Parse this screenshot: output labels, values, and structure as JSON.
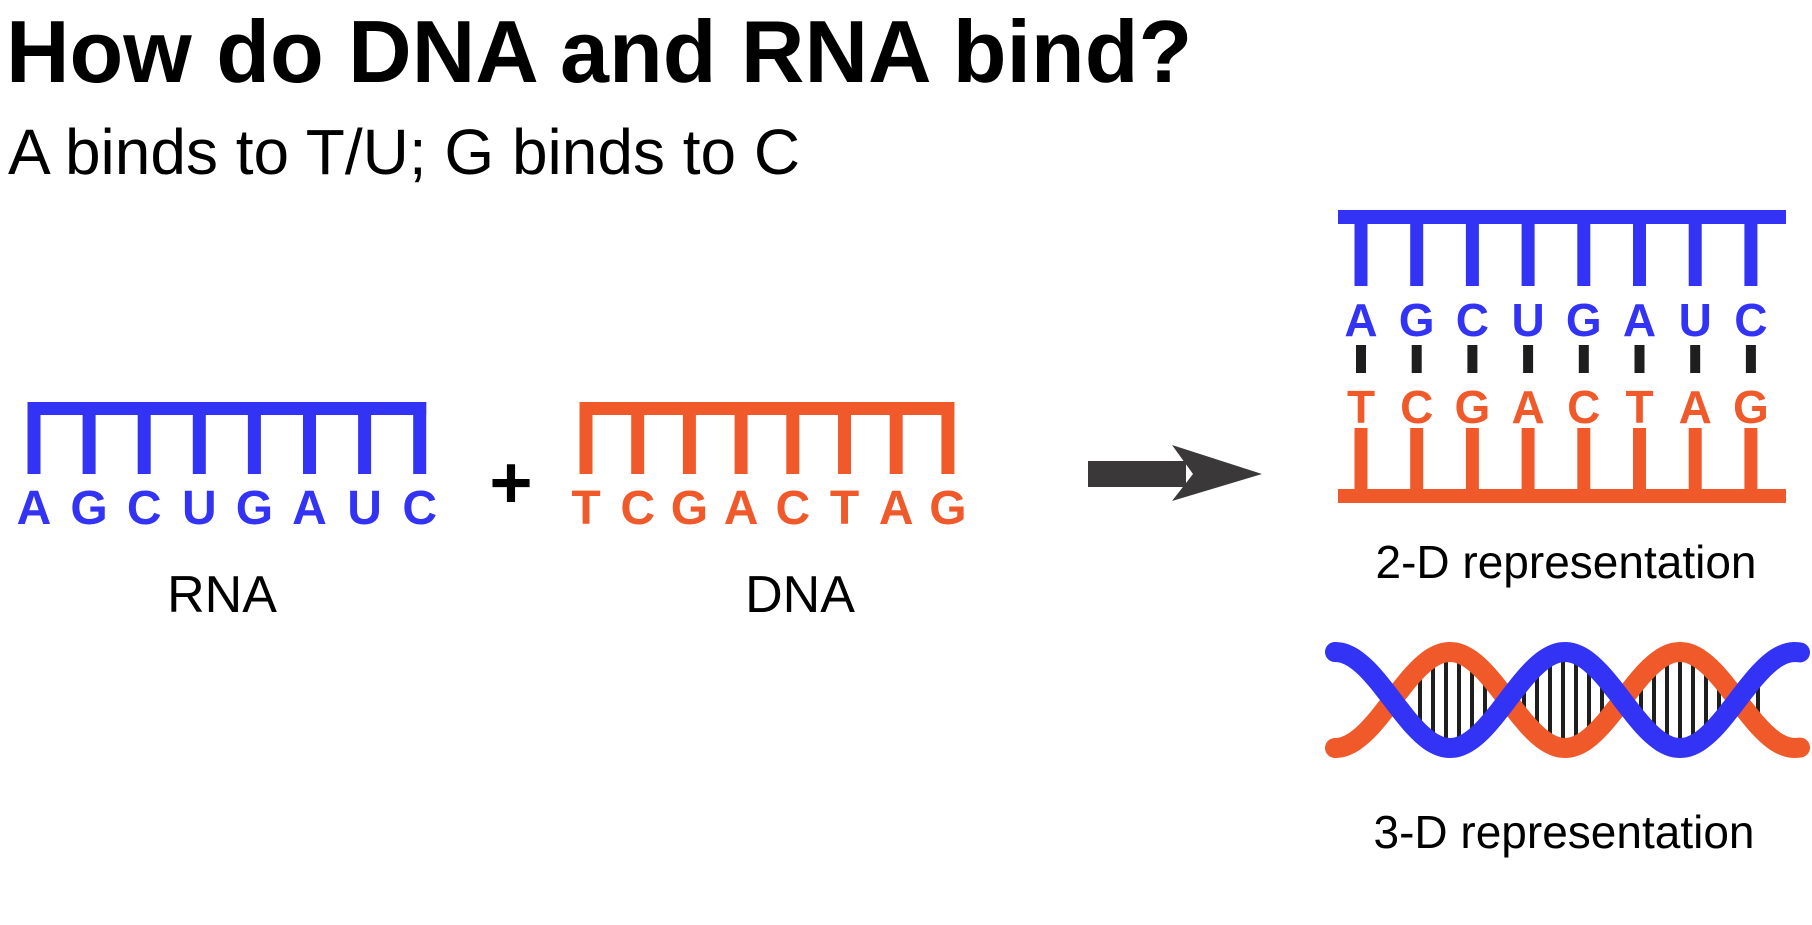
{
  "title": "How do DNA and RNA bind?",
  "subtitle": "A binds to T/U; G binds to C",
  "colors": {
    "rna": "#3233f5",
    "dna": "#f05a2a",
    "bond": "#1e1e1e",
    "arrow": "#3a3839",
    "text": "#000000"
  },
  "rna": {
    "label": "RNA",
    "bases": [
      "A",
      "G",
      "C",
      "U",
      "G",
      "A",
      "U",
      "C"
    ]
  },
  "dna": {
    "label": "DNA",
    "bases": [
      "T",
      "C",
      "G",
      "A",
      "C",
      "T",
      "A",
      "G"
    ]
  },
  "plus_sign": "+",
  "representation_2d": {
    "caption": "2-D representation",
    "top_bases": [
      "A",
      "G",
      "C",
      "U",
      "G",
      "A",
      "U",
      "C"
    ],
    "bottom_bases": [
      "T",
      "C",
      "G",
      "A",
      "C",
      "T",
      "A",
      "G"
    ]
  },
  "representation_3d": {
    "caption": "3-D representation"
  },
  "icons": {
    "arrow": "right-arrow-icon"
  }
}
